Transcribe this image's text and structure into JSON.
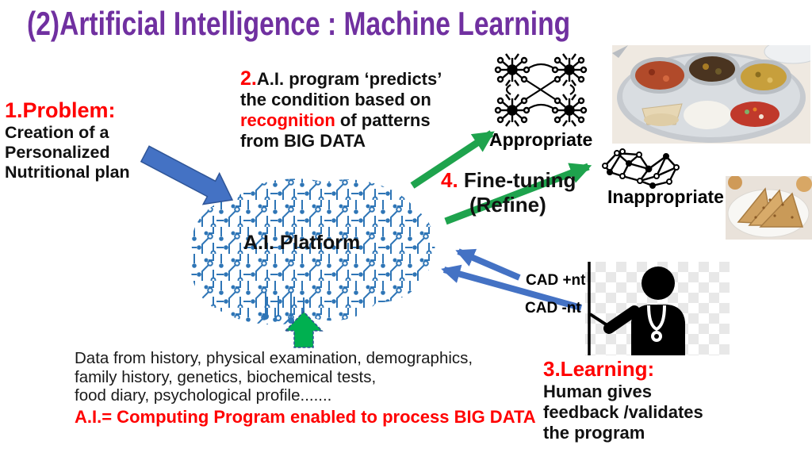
{
  "title": {
    "text": "(2)Artificial Intelligence : Machine Learning",
    "color": "#7030A0"
  },
  "problem": {
    "heading": "1.Problem:",
    "lines": [
      "Creation of a",
      "Personalized",
      "Nutritional plan"
    ]
  },
  "predict": {
    "number": "2.",
    "line1": "A.I. program ‘predicts’",
    "line2": "the condition based on",
    "line3_red": "recognition",
    "line3_rest": " of patterns",
    "line4": "from BIG DATA"
  },
  "platform": {
    "label": "A.I. Platform"
  },
  "appropriate": {
    "label": "Appropriate"
  },
  "inappropriate": {
    "label": "Inappropriate"
  },
  "finetuning": {
    "number": "4.",
    "rest": " Fine-tuning",
    "line2": "(Refine)"
  },
  "cad": {
    "plus": "CAD +nt",
    "minus": "CAD -nt"
  },
  "learning": {
    "heading": "3.Learning:",
    "lines": [
      "Human gives",
      "feedback /validates",
      "the program"
    ]
  },
  "data_text": {
    "lines": [
      "Data from history, physical examination, demographics,",
      "family history, genetics, biochemical tests,",
      "food diary, psychological profile......."
    ],
    "red_line": "A.I.= Computing Program enabled to process BIG DATA"
  },
  "icons": {
    "brain": "circuit-brain-icon",
    "appropriate_network": "ordered-neural-network-icon",
    "inappropriate_network": "tangled-neural-network-icon",
    "doctor": "doctor-with-stethoscope-icon",
    "thali": "balanced-meal-plate-photo",
    "paratha": "fried-flatbread-photo"
  },
  "colors": {
    "title_purple": "#7030A0",
    "emphasis_red": "#FF0000",
    "arrow_blue": "#4472C4",
    "arrow_blue_border": "#2F5597",
    "arrow_green": "#1EA34D",
    "up_arrow_green": "#00B050",
    "brain_blue": "#2E75B6"
  }
}
